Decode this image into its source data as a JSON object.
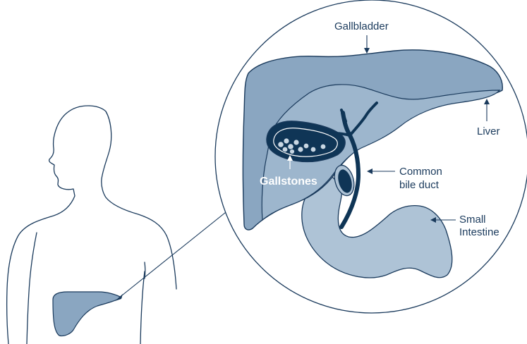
{
  "labels": {
    "gallbladder": "Gallbladder",
    "liver": "Liver",
    "common_line1": "Common",
    "common_line2": "bile duct",
    "small_line1": "Small",
    "small_line2": "Intestine",
    "gallstones": "Gallstones"
  },
  "colors": {
    "outline": "#1a3a5c",
    "liver": "#8aa6c1",
    "liver_light": "#9db6cd",
    "intestine": "#aec3d6",
    "dark": "#0f3556",
    "stone": "#c9d7e3"
  }
}
